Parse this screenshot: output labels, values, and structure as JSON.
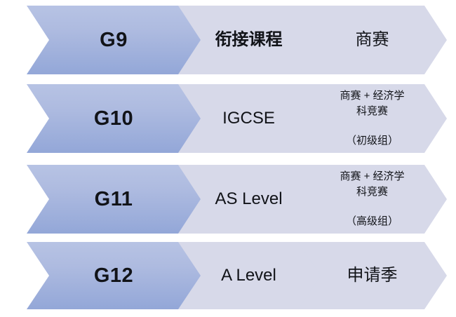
{
  "diagram": {
    "type": "process-flow-chevrons",
    "colors": {
      "grade_gradient_top": "#b7c3e4",
      "grade_gradient_bottom": "#93a7d8",
      "step_fill": "#d7d9e9",
      "text": "#111318",
      "background": "#ffffff"
    },
    "rows": [
      {
        "grade": "G9",
        "course": "衔接课程",
        "course_bold": true,
        "competition": "商赛",
        "competition_size": "large"
      },
      {
        "grade": "G10",
        "course": "IGCSE",
        "course_bold": false,
        "competition": "商赛 + 经济学\n科竞赛\n\n（初级组）",
        "competition_size": "small"
      },
      {
        "grade": "G11",
        "course": "AS Level",
        "course_bold": false,
        "competition": "商赛 + 经济学\n科竞赛\n\n（高级组）",
        "competition_size": "small"
      },
      {
        "grade": "G12",
        "course": "A Level",
        "course_bold": false,
        "competition": "申请季",
        "competition_size": "large"
      }
    ]
  }
}
